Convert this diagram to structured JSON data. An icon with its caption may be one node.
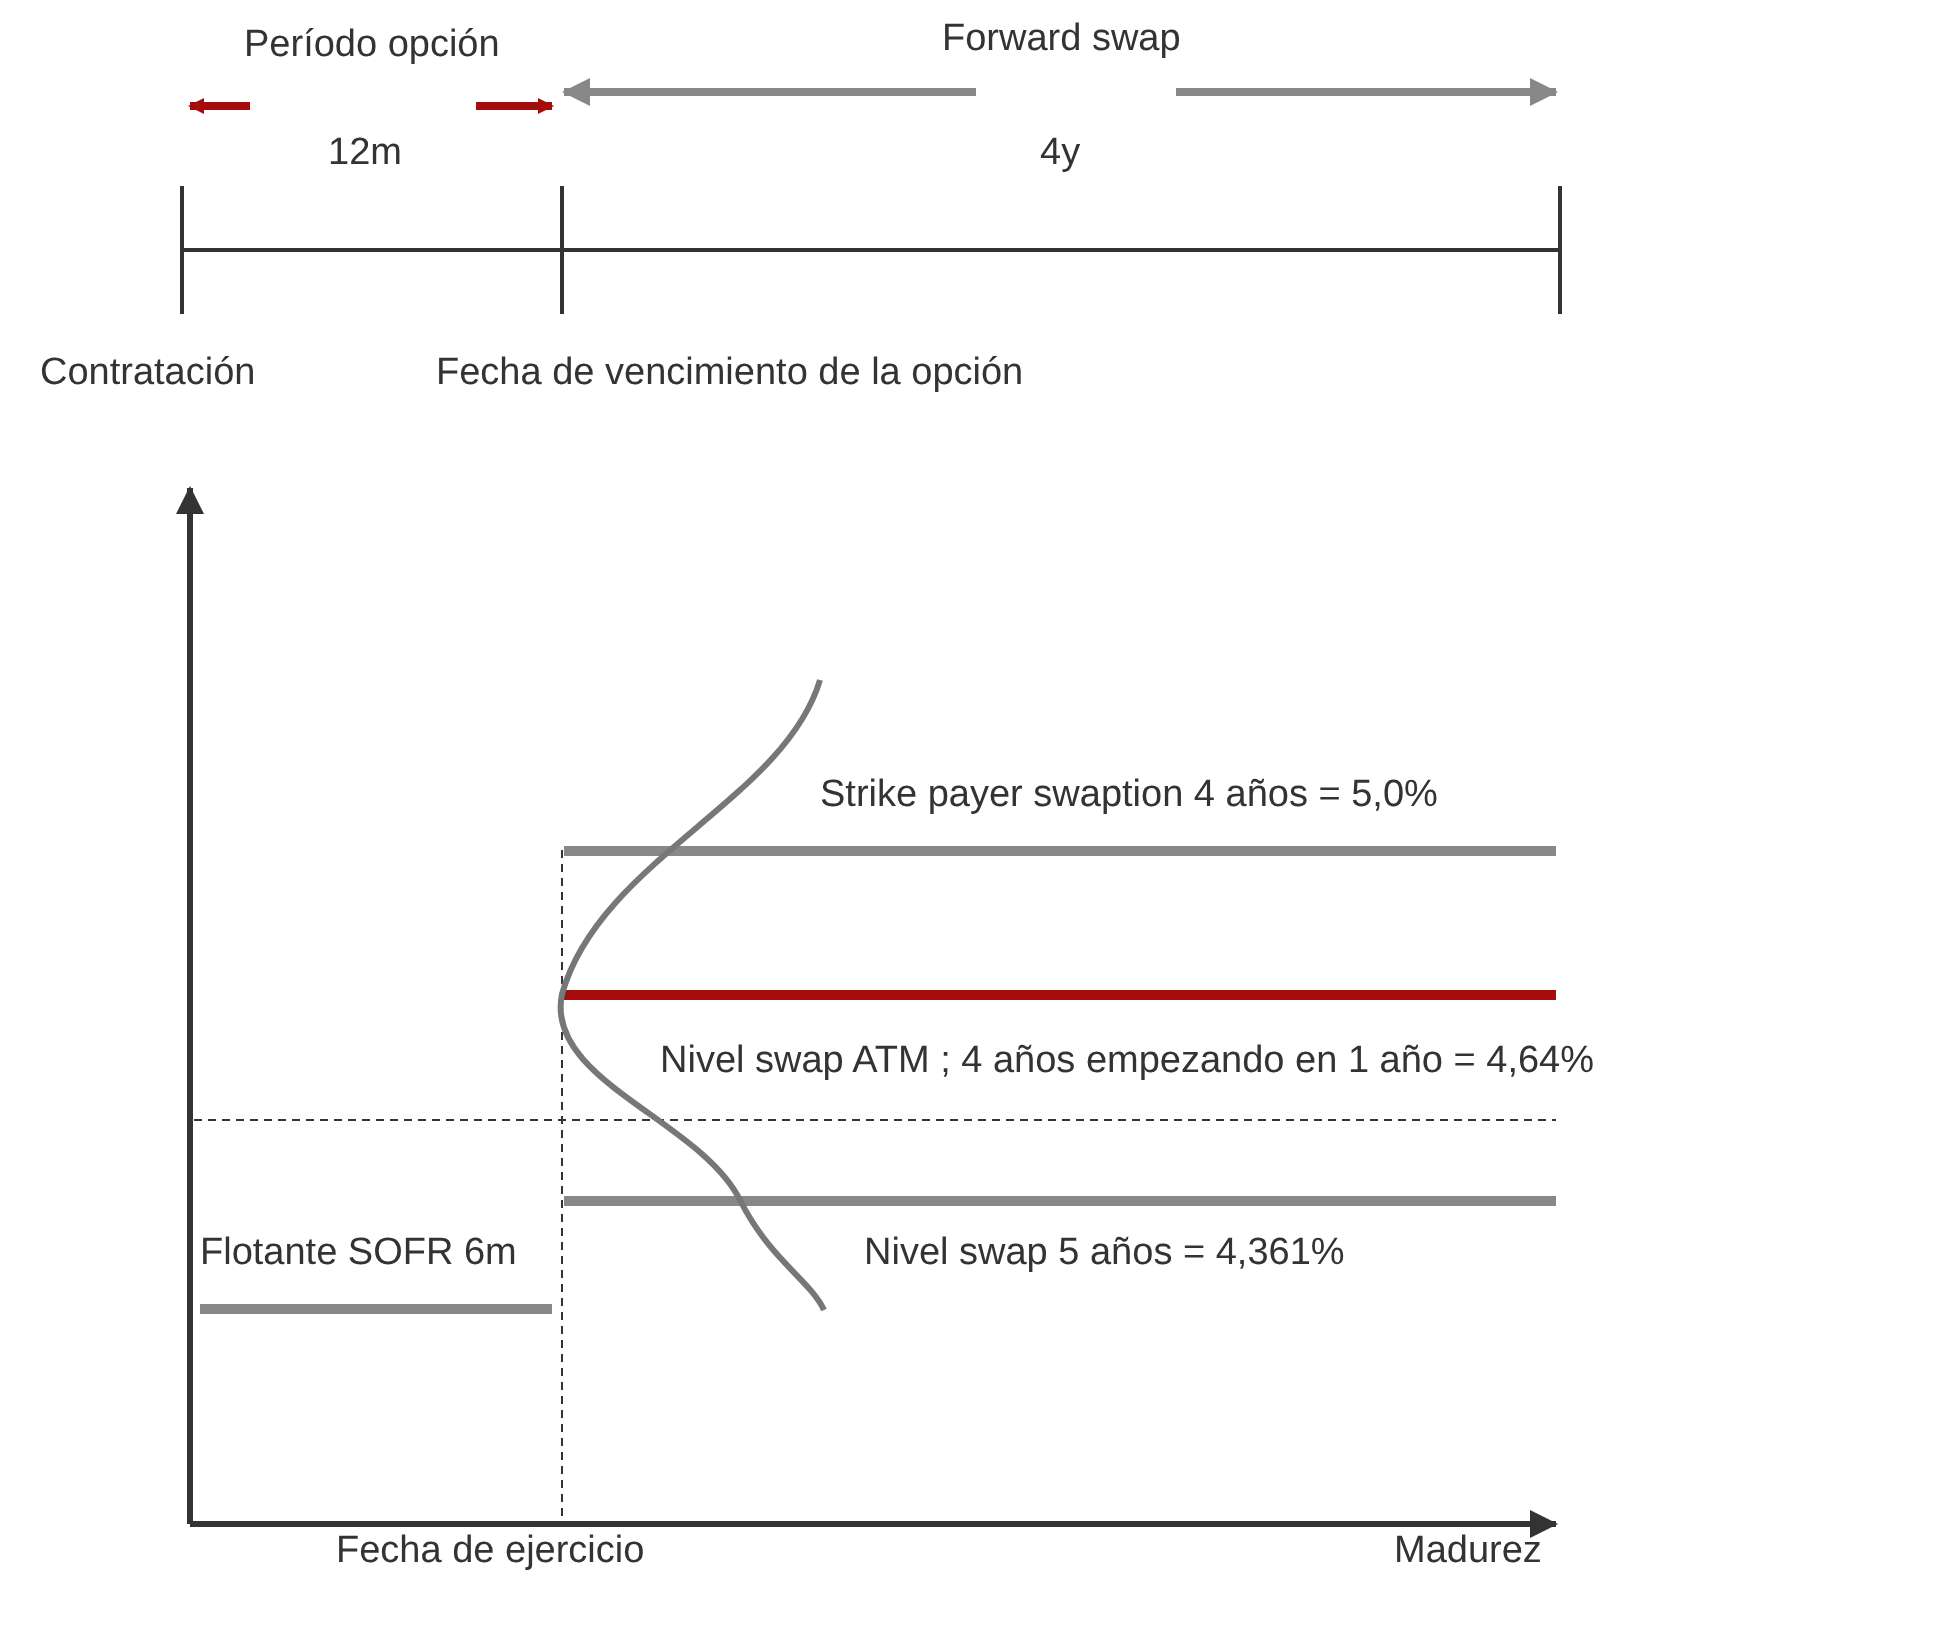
{
  "diagram": {
    "labels": [
      "Período opción",
      "Forward swap",
      "12m",
      "4y",
      "Contratación",
      "Fecha de vencimiento de la opción",
      "Strike payer swaption 4 años =  5,0%",
      "Nivel swap ATM ; 4 años empezando en 1 año = 4,64%",
      "Flotante SOFR 6m",
      "Nivel swap 5 años = 4,361%",
      "Fecha de ejercicio",
      "Madurez"
    ]
  }
}
